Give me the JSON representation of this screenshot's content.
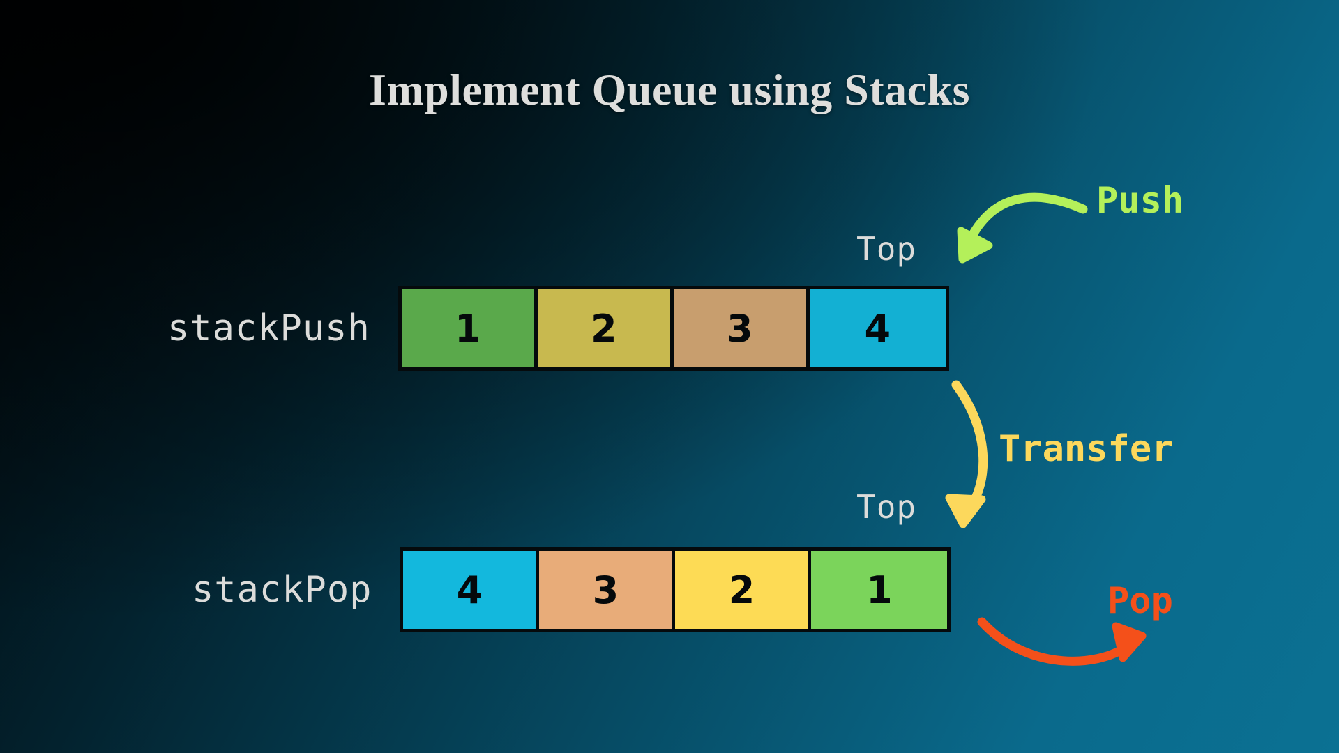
{
  "page": {
    "title": "Implement Queue using Stacks",
    "background_from": "#010508",
    "background_to": "#0b7193"
  },
  "stacks": [
    {
      "name": "stackPush",
      "label": "stackPush",
      "top_label": "Top",
      "cells": [
        {
          "value": "1",
          "color": "#5aa94b"
        },
        {
          "value": "2",
          "color": "#c8b94f"
        },
        {
          "value": "3",
          "color": "#c89e6e"
        },
        {
          "value": "4",
          "color": "#13b0d3"
        }
      ]
    },
    {
      "name": "stackPop",
      "label": "stackPop",
      "top_label": "Top",
      "cells": [
        {
          "value": "4",
          "color": "#13b8dd"
        },
        {
          "value": "3",
          "color": "#e8ac79"
        },
        {
          "value": "2",
          "color": "#fddb55"
        },
        {
          "value": "1",
          "color": "#7bd45b"
        }
      ]
    }
  ],
  "annotations": [
    {
      "name": "push",
      "label": "Push",
      "color": "#b4f05a"
    },
    {
      "name": "transfer",
      "label": "Transfer",
      "color": "#fcd85c"
    },
    {
      "name": "pop",
      "label": "Pop",
      "color": "#f4501a"
    }
  ]
}
